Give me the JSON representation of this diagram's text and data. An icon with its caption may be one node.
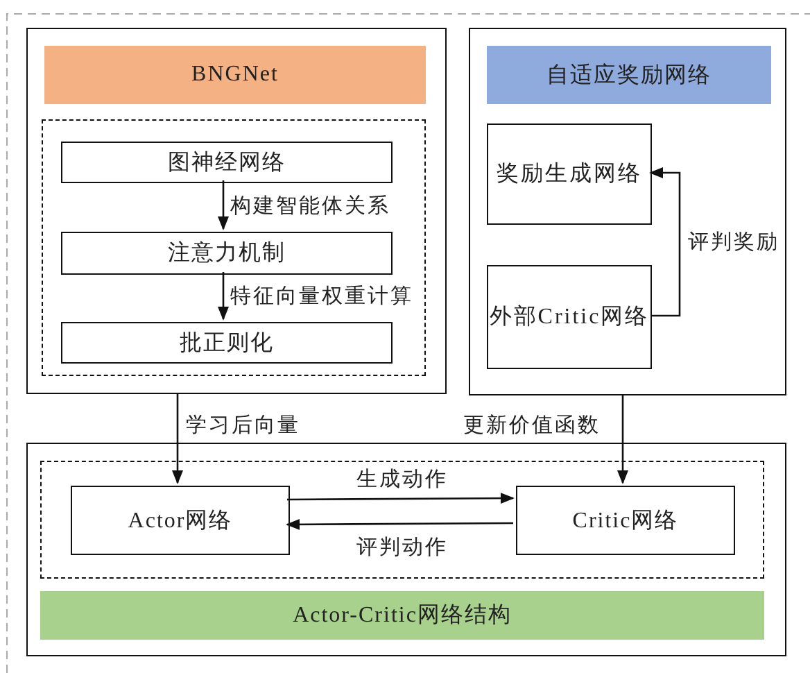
{
  "diagram": {
    "nodes": [
      {
        "text": [],
        "shape": "box"
      },
      {
        "text": [
          "BNGNet"
        ],
        "in": 0
      },
      {
        "text": [],
        "shape": "box",
        "in": 0
      },
      {
        "text": [
          "图神经网络"
        ],
        "in": 2
      },
      {
        "text": [
          "注意力机制"
        ],
        "in": 2
      },
      {
        "text": [
          "批正则化"
        ],
        "in": 2
      },
      {
        "text": [],
        "shape": "box"
      },
      {
        "text": [
          "自适应奖励网络"
        ],
        "in": 6
      },
      {
        "text": [
          "奖励生成网络"
        ],
        "in": 6
      },
      {
        "text": [
          "外部Critic网络"
        ],
        "in": 6
      },
      {
        "text": [],
        "shape": "box"
      },
      {
        "text": [],
        "shape": "box",
        "in": 10
      },
      {
        "text": [
          "Actor网络"
        ],
        "in": 11
      },
      {
        "text": [
          "Critic网络"
        ],
        "in": 11
      },
      {
        "text": [
          "Actor-Critic网络结构"
        ],
        "in": 10
      }
    ],
    "edges": [
      {
        "from": 3,
        "to": 4,
        "arrow": "to",
        "label": "构建智能体关系"
      },
      {
        "from": 4,
        "to": 5,
        "arrow": "to",
        "label": "特征向量权重计算"
      },
      {
        "from": 9,
        "to": 8,
        "arrow": "to",
        "label": "评判奖励"
      },
      {
        "from": 0,
        "to": 12,
        "arrow": "to",
        "label": "学习后向量"
      },
      {
        "from": 6,
        "to": 13,
        "arrow": "to",
        "label": "更新价值函数"
      },
      {
        "from": 12,
        "to": 13,
        "arrow": "to",
        "label": "生成动作"
      },
      {
        "from": 13,
        "to": 12,
        "arrow": "to",
        "label": "评判动作"
      }
    ]
  }
}
